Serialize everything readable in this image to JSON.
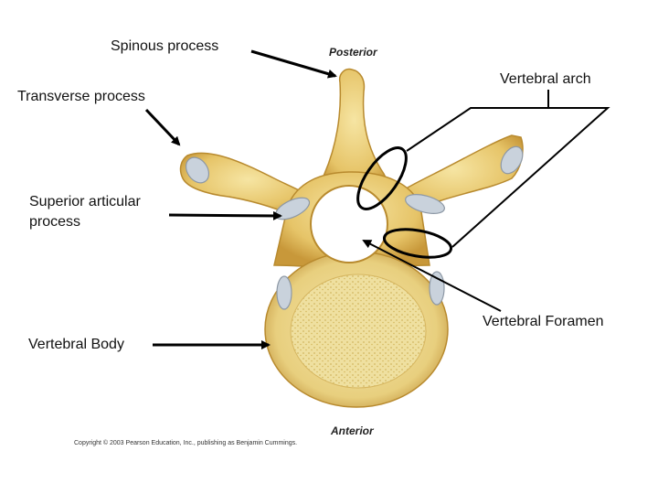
{
  "labels": {
    "spinous": "Spinous process",
    "transverse": "Transverse process",
    "superior_line1": "Superior articular",
    "superior_line2": "process",
    "arch": "Vertebral arch",
    "foramen": "Vertebral Foramen",
    "body": "Vertebral Body"
  },
  "figure_text": {
    "posterior": "Posterior",
    "anterior": "Anterior",
    "copyright": "Copyright © 2003 Pearson Education, Inc., publishing as Benjamin Cummings."
  },
  "colors": {
    "bone_light": "#f3dc8e",
    "bone_mid": "#e2bd5c",
    "bone_dark": "#b88a2e",
    "cartilage": "#c9d2dc",
    "cancellous": "#efe0a0",
    "arrow": "#000000"
  }
}
